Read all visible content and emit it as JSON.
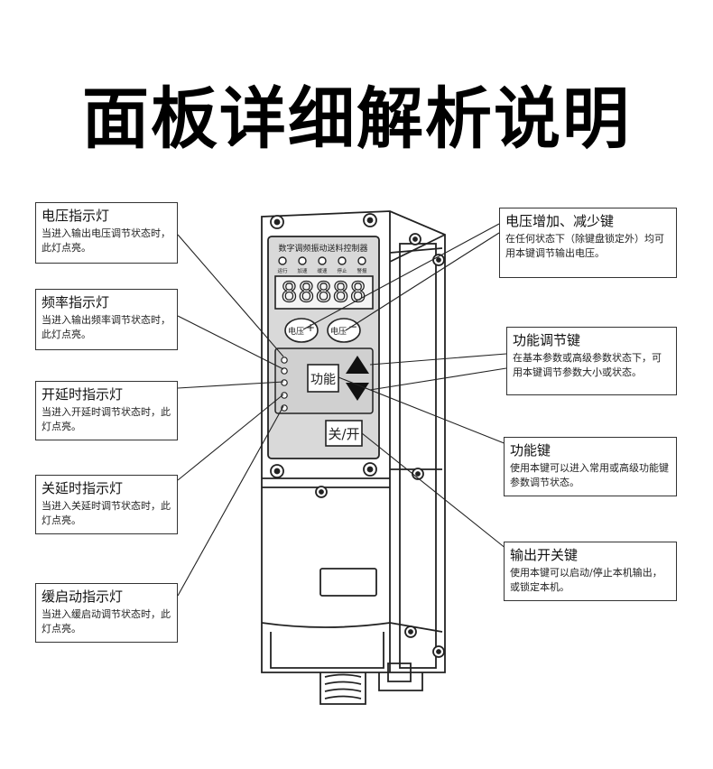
{
  "title": "面板详细解析说明",
  "panel": {
    "header": "数字调频振动送料控制器",
    "led_labels": [
      "运行",
      "加速",
      "缓速",
      "停止",
      "警报"
    ],
    "display": "88888",
    "voltage_up_label": "电压",
    "voltage_down_label": "电压",
    "function_label": "功能",
    "onoff_label": "关/开"
  },
  "annotations": {
    "voltage_led": {
      "title": "电压指示灯",
      "desc": "当进入输出电压调节状态时，此灯点亮。"
    },
    "freq_led": {
      "title": "频率指示灯",
      "desc": "当进入输出频率调节状态时，此灯点亮。"
    },
    "on_delay_led": {
      "title": "开延时指示灯",
      "desc": "当进入开延时调节状态时，此灯点亮。"
    },
    "off_delay_led": {
      "title": "关延时指示灯",
      "desc": "当进入关延时调节状态时，此灯点亮。"
    },
    "soft_start_led": {
      "title": "缓启动指示灯",
      "desc": "当进入缓启动调节状态时，此灯点亮。"
    },
    "voltage_keys": {
      "title": "电压增加、减少键",
      "desc": "在任何状态下（除键盘锁定外）均可用本键调节输出电压。"
    },
    "adjust_keys": {
      "title": "功能调节键",
      "desc": "在基本参数或高级参数状态下，可用本键调节参数大小或状态。"
    },
    "function_key": {
      "title": "功能键",
      "desc": "使用本键可以进入常用或高级功能键参数调节状态。"
    },
    "output_key": {
      "title": "输出开关键",
      "desc": "使用本键可以启动/停止本机输出，或锁定本机。"
    }
  }
}
